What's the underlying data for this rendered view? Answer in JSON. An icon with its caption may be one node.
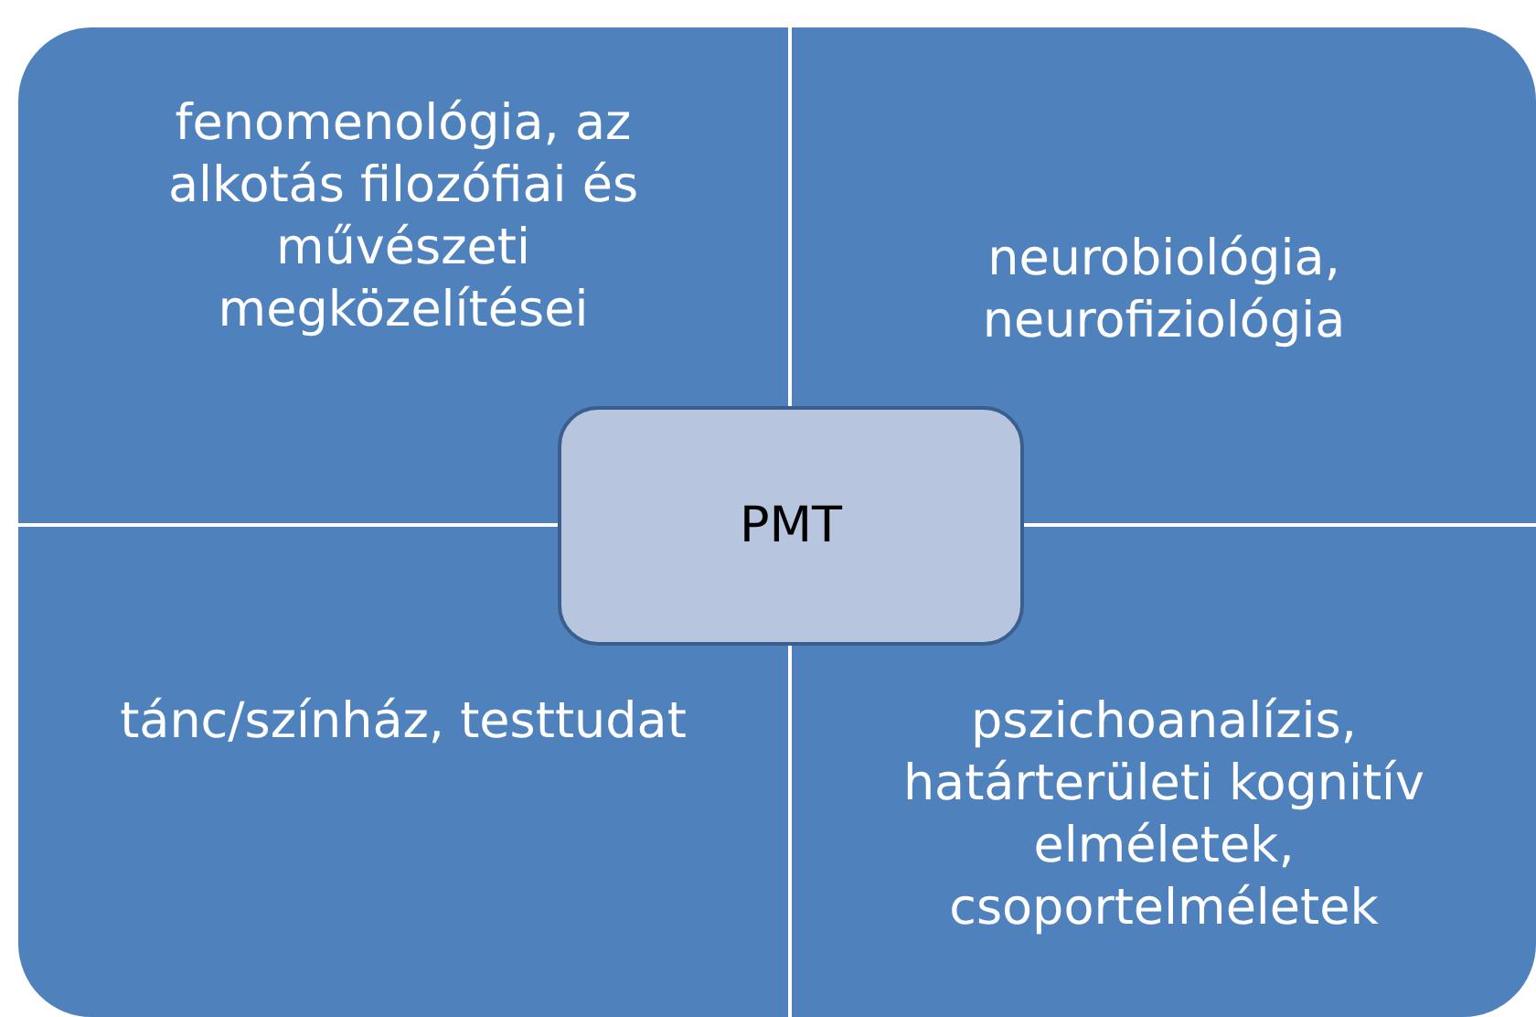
{
  "diagram": {
    "nodes": [
      {
        "text": [
          "fenomenológia, az alkotás filozófiai és művészeti megközelítései"
        ]
      },
      {
        "text": [
          "neurobiológia, neurofiziológia"
        ]
      },
      {
        "text": [
          "PMT"
        ]
      },
      {
        "text": [
          "tánc/színház, testtudat"
        ]
      },
      {
        "text": [
          "pszichoanalízis, határterületi kognitív elméletek, csoportelméletek"
        ]
      }
    ]
  }
}
